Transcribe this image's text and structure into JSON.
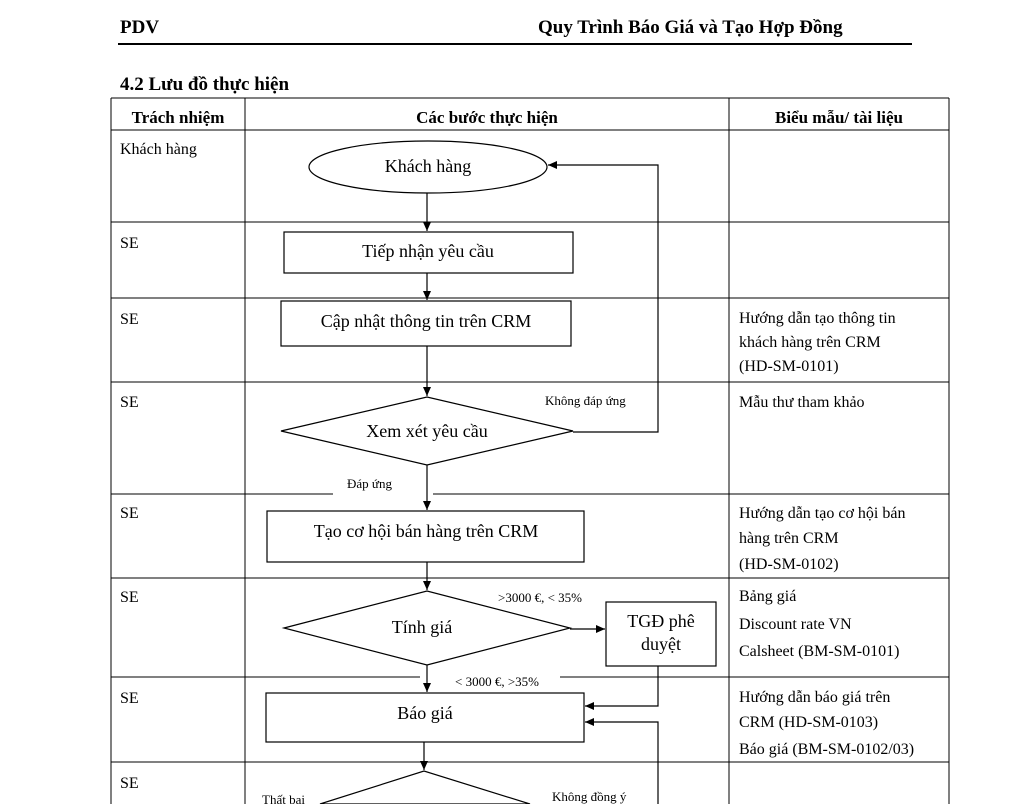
{
  "header": {
    "left": "PDV",
    "right": "Quy Trình Báo Giá và Tạo Hợp Đồng"
  },
  "section_title": "4.2 Lưu đồ thực hiện",
  "table": {
    "columns": [
      "Trách nhiệm",
      "Các bước thực hiện",
      "Biểu mẫu/ tài liệu"
    ],
    "rows": [
      {
        "responsibility": "Khách hàng",
        "documents": []
      },
      {
        "responsibility": "SE",
        "documents": []
      },
      {
        "responsibility": "SE",
        "documents": [
          "Hướng dẫn tạo thông tin",
          "khách hàng trên CRM",
          "(HD-SM-0101)"
        ]
      },
      {
        "responsibility": "SE",
        "documents": [
          "Mẫu thư tham khảo"
        ]
      },
      {
        "responsibility": "SE",
        "documents": [
          "Hướng dẫn tạo cơ hội bán",
          "hàng trên CRM",
          "(HD-SM-0102)"
        ]
      },
      {
        "responsibility": "SE",
        "documents": [
          "Bảng giá",
          "Discount rate VN",
          "Calsheet (BM-SM-0101)"
        ]
      },
      {
        "responsibility": "SE",
        "documents": [
          "Hướng dẫn báo giá trên",
          "CRM (HD-SM-0103)",
          "Báo giá (BM-SM-0102/03)"
        ]
      },
      {
        "responsibility": "SE",
        "documents": []
      }
    ]
  },
  "flowchart": {
    "start": "Khách hàng",
    "receive": "Tiếp nhận yêu cầu",
    "update_crm": "Cập nhật thông tin trên CRM",
    "review": "Xem xét yêu cầu",
    "not_meet": "Không  đáp ứng",
    "meet": "Đáp ứng",
    "create_opportunity": "Tạo cơ hội bán hàng trên CRM",
    "pricing": "Tính giá",
    "high_cond": ">3000 €, < 35%",
    "approval_line1": "TGĐ phê",
    "approval_line2": "duyệt",
    "low_cond": "< 3000 €, >35%",
    "quote": "Báo giá",
    "fail": "Thất bại",
    "disagree": "Không đồng ý"
  }
}
